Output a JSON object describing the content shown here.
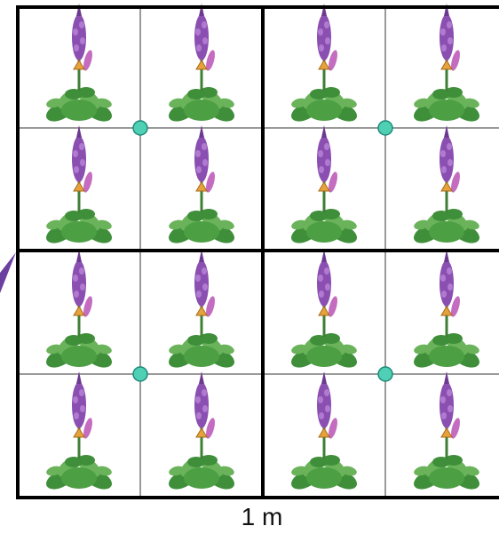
{
  "scale_label": "1 m",
  "grid": {
    "blocks_per_side": 2,
    "cells_per_block": 2
  },
  "plant": {
    "name": "lupine",
    "count": 16
  },
  "markers": {
    "count": 4
  },
  "colors": {
    "outer_border": "#000000",
    "thin_grid": "#9a9a9a",
    "marker_fill": "#4fd0b4",
    "marker_stroke": "#1f8a78",
    "arrow": "#6b3fa0",
    "lupine_flower": "#8a4fb0",
    "lupine_bud": "#c46cc0",
    "leaf": "#3f8f3a",
    "leaf_light": "#6ab35a",
    "triangle": "#e6a23c"
  }
}
